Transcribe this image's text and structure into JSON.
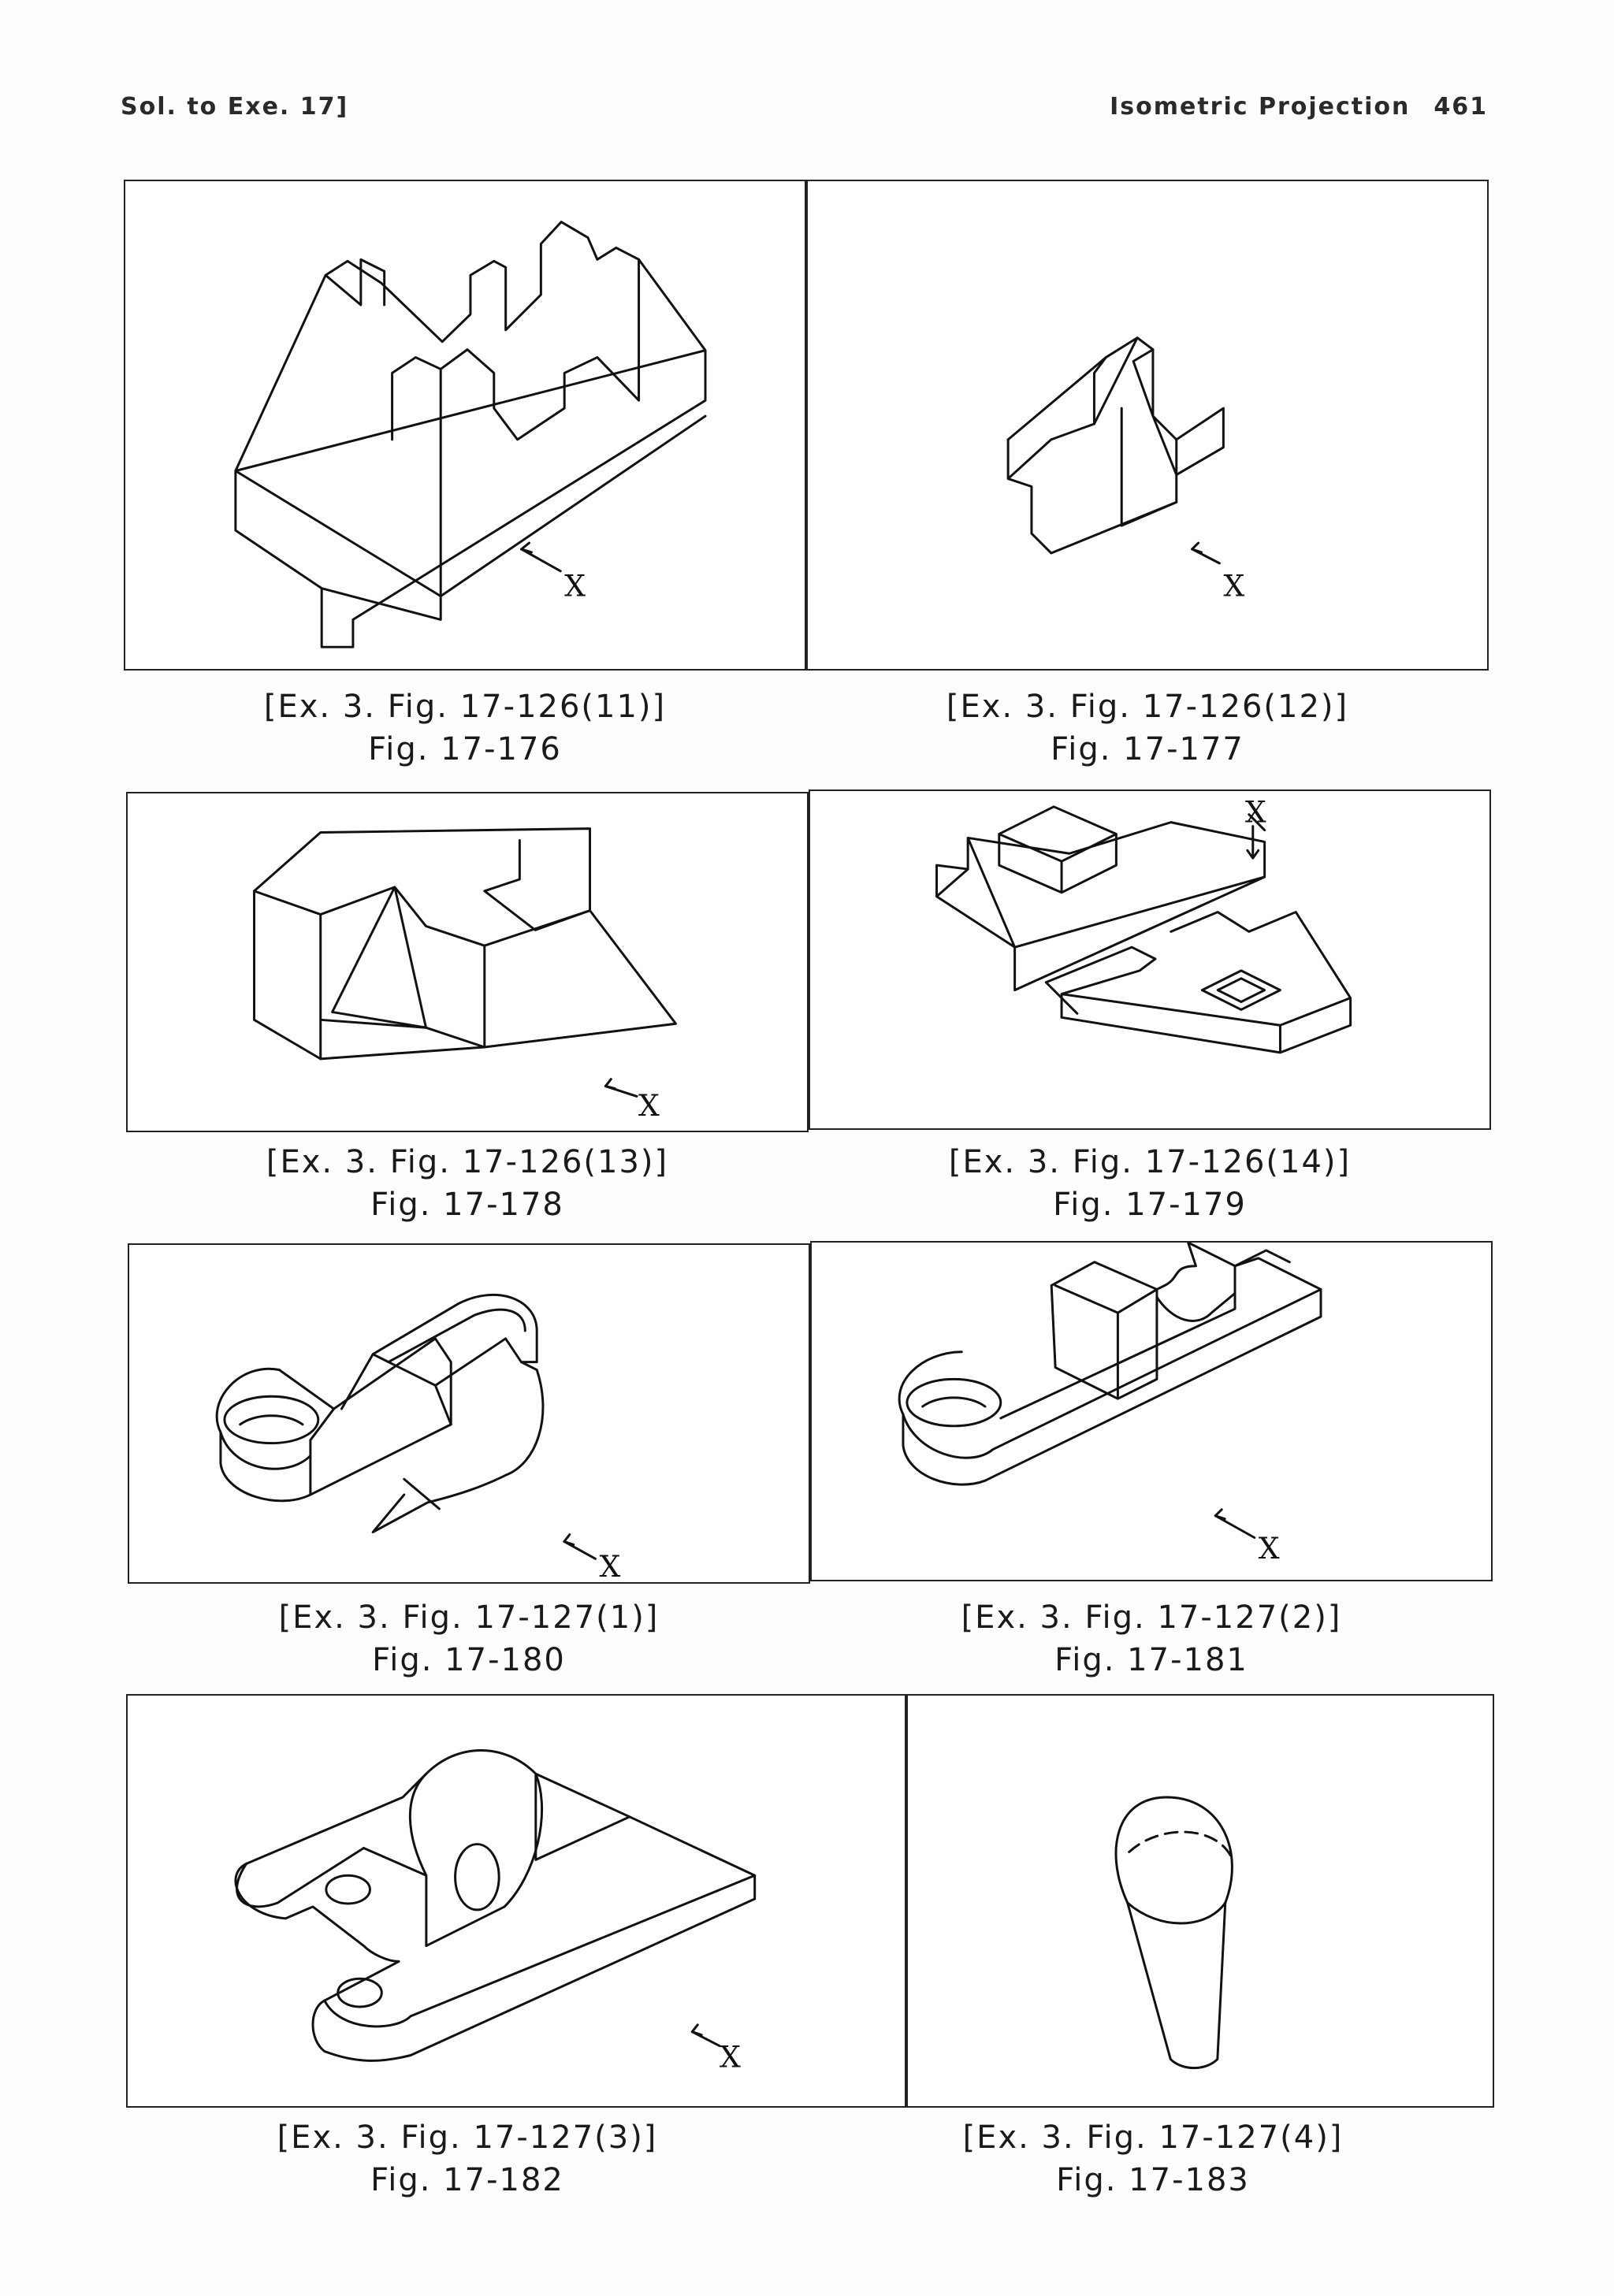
{
  "header": {
    "left": "Sol. to Exe. 17]",
    "right_title": "Isometric Projection",
    "page_number": "461"
  },
  "view_marker": "X",
  "figures": [
    {
      "ref": "[Ex. 3. Fig. 17-126(11)]",
      "fig": "Fig. 17-176"
    },
    {
      "ref": "[Ex. 3. Fig. 17-126(12)]",
      "fig": "Fig. 17-177"
    },
    {
      "ref": "[Ex. 3. Fig. 17-126(13)]",
      "fig": "Fig. 17-178"
    },
    {
      "ref": "[Ex. 3. Fig. 17-126(14)]",
      "fig": "Fig. 17-179"
    },
    {
      "ref": "[Ex. 3. Fig. 17-127(1)]",
      "fig": "Fig. 17-180"
    },
    {
      "ref": "[Ex. 3. Fig. 17-127(2)]",
      "fig": "Fig. 17-181"
    },
    {
      "ref": "[Ex. 3. Fig. 17-127(3)]",
      "fig": "Fig. 17-182"
    },
    {
      "ref": "[Ex. 3. Fig. 17-127(4)]",
      "fig": "Fig. 17-183"
    }
  ]
}
